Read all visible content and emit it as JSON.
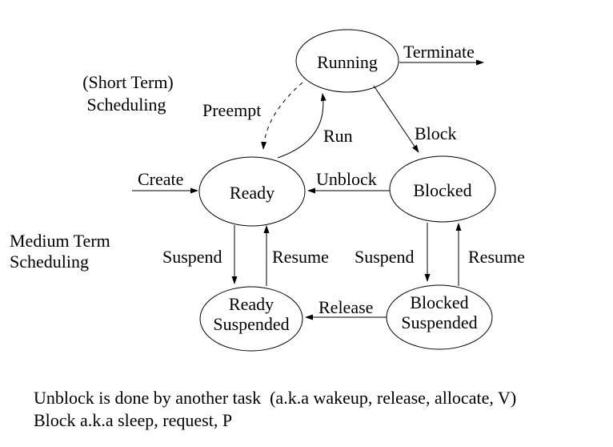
{
  "page": {
    "background": "#ffffff",
    "ink": "#000000"
  },
  "annotations": {
    "short_term": {
      "line1": "(Short Term)",
      "line2": "Scheduling"
    },
    "medium_term": {
      "line1": "Medium Term",
      "line2": "Scheduling"
    }
  },
  "nodes": {
    "running": {
      "label": "Running"
    },
    "ready": {
      "label": "Ready"
    },
    "blocked": {
      "label": "Blocked"
    },
    "ready_suspended": {
      "line1": "Ready",
      "line2": "Suspended"
    },
    "blocked_suspended": {
      "line1": "Blocked",
      "line2": "Suspended"
    }
  },
  "edges": {
    "terminate": {
      "label": "Terminate"
    },
    "preempt": {
      "label": "Preempt"
    },
    "run": {
      "label": "Run"
    },
    "block": {
      "label": "Block"
    },
    "create": {
      "label": "Create"
    },
    "unblock": {
      "label": "Unblock"
    },
    "suspend_ready": {
      "label": "Suspend"
    },
    "resume_ready": {
      "label": "Resume"
    },
    "suspend_blocked": {
      "label": "Suspend"
    },
    "resume_blocked": {
      "label": "Resume"
    },
    "release": {
      "label": "Release"
    }
  },
  "notes": {
    "line1": "Unblock is done by another task  (a.k.a wakeup, release, allocate, V)",
    "line2": "Block a.k.a sleep, request, P"
  }
}
